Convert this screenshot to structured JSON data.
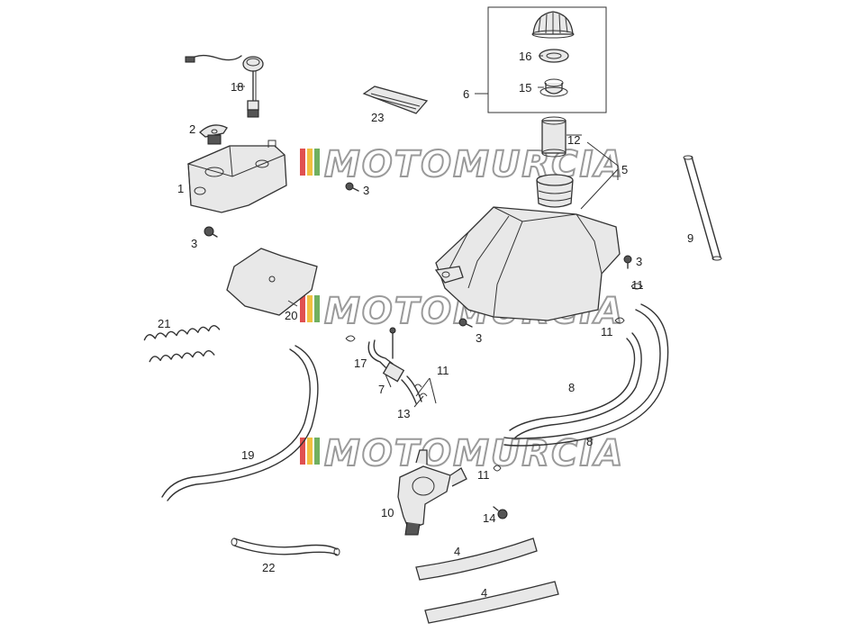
{
  "watermark": {
    "text": "MOTOMURCIA",
    "stripe_colors": [
      "#e05050",
      "#f0c040",
      "#70b060"
    ]
  },
  "callouts": {
    "n1": "1",
    "n2": "2",
    "n3a": "3",
    "n3b": "3",
    "n3c": "3",
    "n3d": "3",
    "n4a": "4",
    "n4b": "4",
    "n5": "5",
    "n6": "6",
    "n7": "7",
    "n8a": "8",
    "n8b": "8",
    "n9": "9",
    "n10": "10",
    "n11a": "11",
    "n11b": "11",
    "n11c": "11",
    "n11d": "11",
    "n12": "12",
    "n13": "13",
    "n14": "14",
    "n15": "15",
    "n16": "16",
    "n17": "17",
    "n18": "18",
    "n19": "19",
    "n20": "20",
    "n21": "21",
    "n22": "22",
    "n23": "23"
  }
}
